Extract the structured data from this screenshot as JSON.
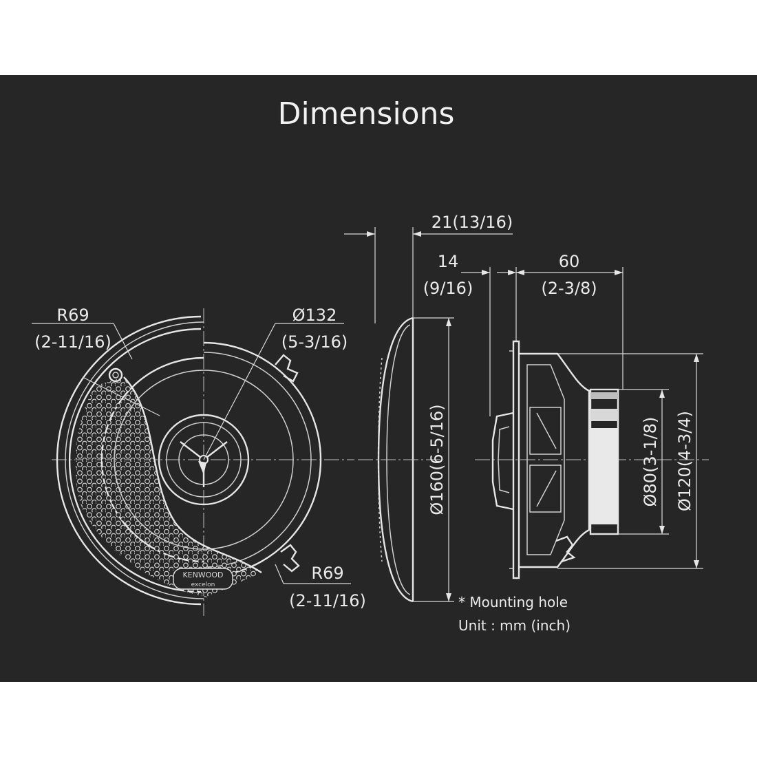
{
  "title": "Dimensions",
  "brand": {
    "logo_line1": "KENWOOD",
    "logo_line2": "excelon"
  },
  "labels": {
    "r69_top_mm": "R69",
    "r69_top_in": "(2-11/16)",
    "dia132_mm": "Ø132",
    "dia132_in": "(5-3/16)",
    "r69_bottom_mm": "R69",
    "r69_bottom_in": "(2-11/16)",
    "depth21": "21(13/16)",
    "depth14_mm": "14",
    "depth14_in": "(9/16)",
    "depth60_mm": "60",
    "depth60_in": "(2-3/8)",
    "dia160": "Ø160(6-5/16)",
    "dia80": "Ø80(3-1/8)",
    "dia120": "Ø120(4-3/4)",
    "mounting_note": "* Mounting hole",
    "unit_note": "Unit : mm (inch)"
  },
  "colors": {
    "panel": "#262626",
    "page": "#ffffff",
    "line": "#e6e6e6"
  }
}
